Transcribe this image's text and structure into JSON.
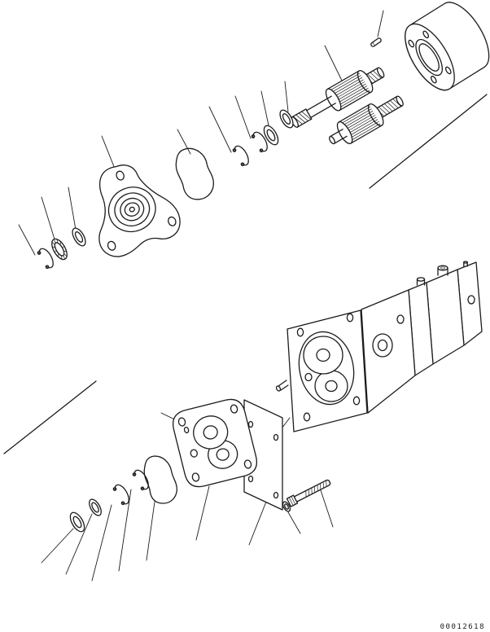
{
  "page": {
    "background": "#ffffff",
    "line_color": "#1c1c1c"
  },
  "footer": {
    "drawing_number": "00012618"
  },
  "diagram": {
    "type": "exploded-parts-diagram",
    "parts": [
      "spring-pin",
      "coupling-housing",
      "drive-gear-shaft",
      "driven-gear-shaft",
      "seal-washer",
      "backup-washer",
      "snap-ring",
      "snap-ring",
      "front-gasket",
      "front-cover",
      "thrust-washer",
      "needle-bearing",
      "snap-ring",
      "pump-assembly",
      "mounting-flange",
      "end-plate",
      "rear-cover",
      "dowel-pin",
      "rear-gasket",
      "snap-ring",
      "snap-ring",
      "seal-washer",
      "seal-washer",
      "flange-bolt",
      "plain-washer"
    ]
  }
}
